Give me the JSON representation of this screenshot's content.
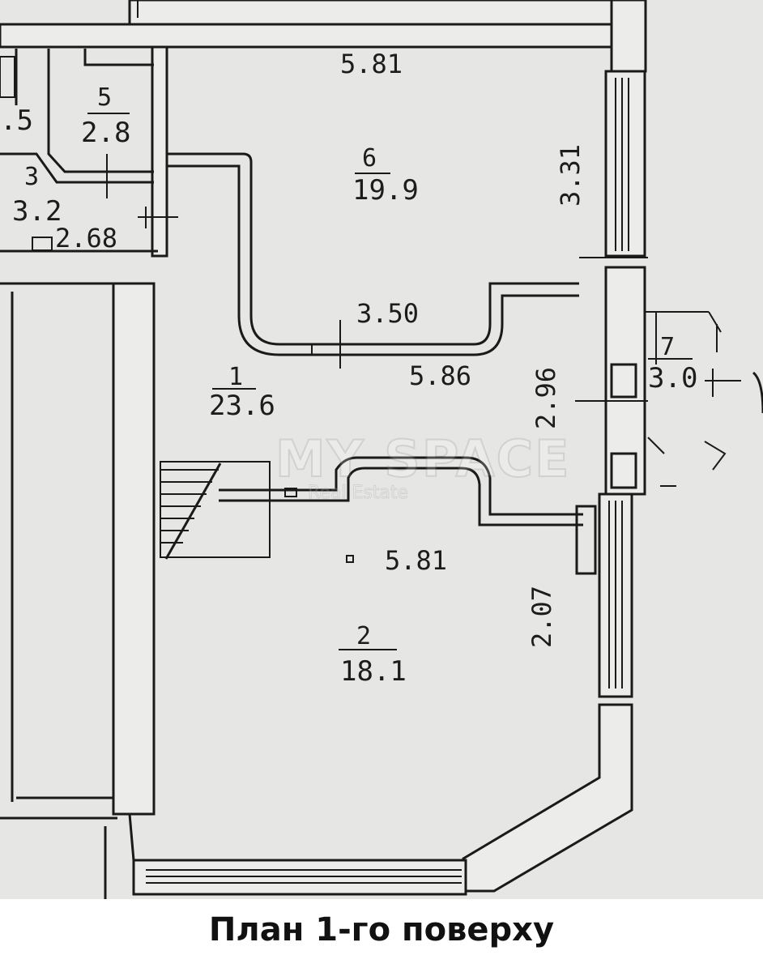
{
  "caption": "План 1-го поверху",
  "watermark": {
    "brand": "MY SPACE",
    "sub": "Real Estate"
  },
  "rooms": [
    {
      "id": "1",
      "number": "1",
      "area": "23.6"
    },
    {
      "id": "2",
      "number": "2",
      "area": "18.1"
    },
    {
      "id": "3",
      "number": "3",
      "area": "3.2"
    },
    {
      "id": "4",
      "number": "",
      "area": ".5"
    },
    {
      "id": "5",
      "number": "5",
      "area": "2.8"
    },
    {
      "id": "6",
      "number": "6",
      "area": "19.9"
    },
    {
      "id": "7",
      "number": "7",
      "area": "3.0"
    }
  ],
  "dimensions": {
    "room6_width": "5.81",
    "room6_depth": "3.31",
    "room6_inner": "3.50",
    "room1_width": "5.86",
    "room1_depth": "2.96",
    "room2_width": "5.81",
    "room2_depth": "2.07",
    "corridor_width": "2.68"
  }
}
